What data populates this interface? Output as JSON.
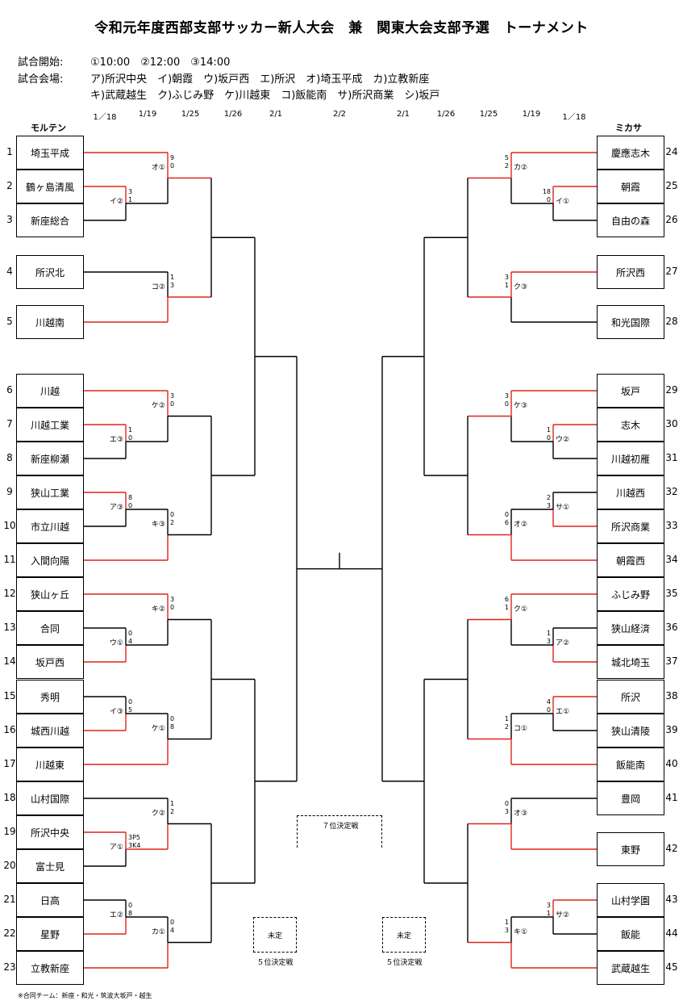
{
  "title": "令和元年度西部支部サッカー新人大会　兼　関東大会支部予選　トーナメント",
  "start_label": "試合開始:",
  "start_times": "①10:00　②12:00　③14:00",
  "venue_label": "試合会場:",
  "venue_line1": "ア)所沢中央　イ)朝霞　ウ)坂戸西　エ)所沢　オ)埼玉平成　カ)立教新座",
  "venue_line2": "キ)武蔵越生　ク)ふじみ野　ケ)川越東　コ)飯能南　サ)所沢商業　シ)坂戸",
  "round_dates_left": [
    "1／18",
    "1/19",
    "1/25",
    "1/26",
    "2/1"
  ],
  "round_date_final": "2/2",
  "round_dates_right": [
    "2/1",
    "1/26",
    "1/25",
    "1/19",
    "1／18"
  ],
  "left_header": "モルテン",
  "right_header": "ミカサ",
  "left_teams": [
    {
      "num": "1",
      "name": "埼玉平成"
    },
    {
      "num": "2",
      "name": "鶴ヶ島清風"
    },
    {
      "num": "3",
      "name": "新座総合"
    },
    {
      "num": "4",
      "name": "所沢北"
    },
    {
      "num": "5",
      "name": "川越南"
    },
    {
      "num": "6",
      "name": "川越"
    },
    {
      "num": "7",
      "name": "川越工業"
    },
    {
      "num": "8",
      "name": "新座柳瀬"
    },
    {
      "num": "9",
      "name": "狭山工業"
    },
    {
      "num": "10",
      "name": "市立川越"
    },
    {
      "num": "11",
      "name": "入間向陽"
    },
    {
      "num": "12",
      "name": "狭山ヶ丘"
    },
    {
      "num": "13",
      "name": "合同"
    },
    {
      "num": "14",
      "name": "坂戸西"
    },
    {
      "num": "15",
      "name": "秀明"
    },
    {
      "num": "16",
      "name": "城西川越"
    },
    {
      "num": "17",
      "name": "川越東"
    },
    {
      "num": "18",
      "name": "山村国際"
    },
    {
      "num": "19",
      "name": "所沢中央"
    },
    {
      "num": "20",
      "name": "富士見"
    },
    {
      "num": "21",
      "name": "日高"
    },
    {
      "num": "22",
      "name": "星野"
    },
    {
      "num": "23",
      "name": "立教新座"
    }
  ],
  "right_teams": [
    {
      "num": "24",
      "name": "慶應志木"
    },
    {
      "num": "25",
      "name": "朝霞"
    },
    {
      "num": "26",
      "name": "自由の森"
    },
    {
      "num": "27",
      "name": "所沢西"
    },
    {
      "num": "28",
      "name": "和光国際"
    },
    {
      "num": "29",
      "name": "坂戸"
    },
    {
      "num": "30",
      "name": "志木"
    },
    {
      "num": "31",
      "name": "川越初雁"
    },
    {
      "num": "32",
      "name": "川越西"
    },
    {
      "num": "33",
      "name": "所沢商業"
    },
    {
      "num": "34",
      "name": "朝霞西"
    },
    {
      "num": "35",
      "name": "ふじみ野"
    },
    {
      "num": "36",
      "name": "狭山経済"
    },
    {
      "num": "37",
      "name": "城北埼玉"
    },
    {
      "num": "38",
      "name": "所沢"
    },
    {
      "num": "39",
      "name": "狭山清陵"
    },
    {
      "num": "40",
      "name": "飯能南"
    },
    {
      "num": "41",
      "name": "豊岡"
    },
    {
      "num": "42",
      "name": "東野"
    },
    {
      "num": "43",
      "name": "山村学園"
    },
    {
      "num": "44",
      "name": "飯能"
    },
    {
      "num": "45",
      "name": "武蔵越生"
    }
  ],
  "matches": [
    {
      "venue": "イ②",
      "top": "3",
      "bottom": "1"
    },
    {
      "venue": "オ①",
      "top": "9",
      "bottom": "0"
    },
    {
      "venue": "コ②",
      "top": "1",
      "bottom": "3"
    },
    {
      "venue": "エ③",
      "top": "1",
      "bottom": "0"
    },
    {
      "venue": "ケ②",
      "top": "3",
      "bottom": "0"
    },
    {
      "venue": "ア③",
      "top": "8",
      "bottom": "0"
    },
    {
      "venue": "キ③",
      "top": "0",
      "bottom": "2"
    },
    {
      "venue": "ウ①",
      "top": "0",
      "bottom": "4"
    },
    {
      "venue": "キ②",
      "top": "3",
      "bottom": "0"
    },
    {
      "venue": "イ③",
      "top": "0",
      "bottom": "5"
    },
    {
      "venue": "ケ①",
      "top": "0",
      "bottom": "8"
    },
    {
      "venue": "ア①",
      "top": "3P5",
      "bottom": "3K4"
    },
    {
      "venue": "ク②",
      "top": "1",
      "bottom": "2"
    },
    {
      "venue": "エ②",
      "top": "0",
      "bottom": "8"
    },
    {
      "venue": "カ①",
      "top": "0",
      "bottom": "4"
    },
    {
      "venue": "イ①",
      "top": "18",
      "bottom": "0"
    },
    {
      "venue": "カ②",
      "top": "5",
      "bottom": "2"
    },
    {
      "venue": "ク③",
      "top": "3",
      "bottom": "1"
    },
    {
      "venue": "ウ②",
      "top": "1",
      "bottom": "0"
    },
    {
      "venue": "ケ③",
      "top": "3",
      "bottom": "0"
    },
    {
      "venue": "サ①",
      "top": "2",
      "bottom": "3"
    },
    {
      "venue": "オ②",
      "top": "0",
      "bottom": "6"
    },
    {
      "venue": "ア②",
      "top": "1",
      "bottom": "3"
    },
    {
      "venue": "ク①",
      "top": "6",
      "bottom": "1"
    },
    {
      "venue": "エ①",
      "top": "4",
      "bottom": "0"
    },
    {
      "venue": "コ①",
      "top": "1",
      "bottom": "2"
    },
    {
      "venue": "オ③",
      "top": "0",
      "bottom": "3"
    },
    {
      "venue": "サ②",
      "top": "3",
      "bottom": "1"
    },
    {
      "venue": "キ①",
      "top": "1",
      "bottom": "3"
    }
  ],
  "placeholders": [
    {
      "text": "",
      "caption": "７位決定戦"
    },
    {
      "text": "未定",
      "caption": "５位決定戦"
    },
    {
      "text": "未定",
      "caption": "５位決定戦"
    }
  ],
  "footnote": "※合同チーム：新座・和光・筑波大坂戸・越生",
  "colors": {
    "winner_line": "#e0231b",
    "line": "#000000"
  }
}
